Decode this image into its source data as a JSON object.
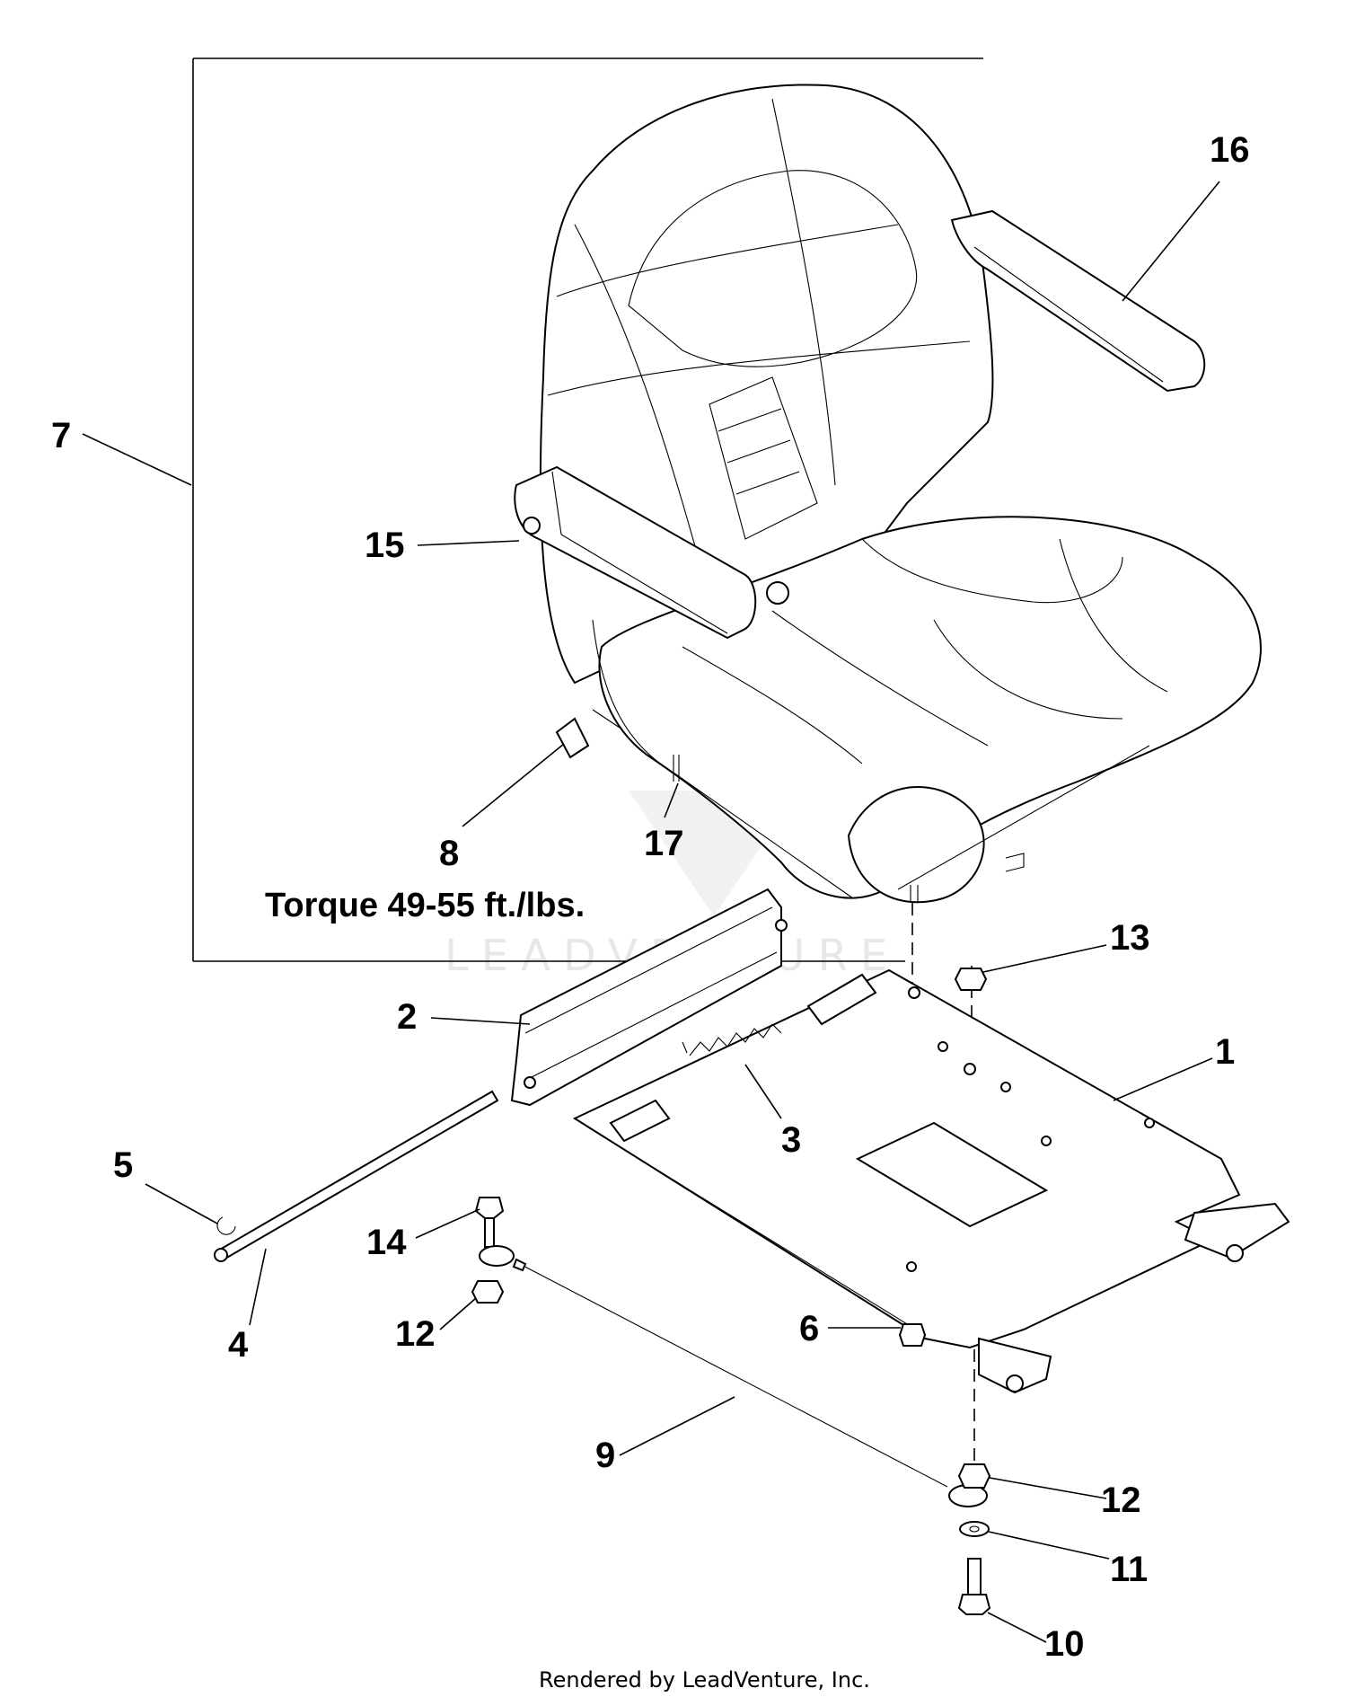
{
  "diagram": {
    "callouts": {
      "c1": "1",
      "c2": "2",
      "c3": "3",
      "c4": "4",
      "c5": "5",
      "c6": "6",
      "c7": "7",
      "c8": "8",
      "c9": "9",
      "c10": "10",
      "c11": "11",
      "c12a": "12",
      "c12b": "12",
      "c13": "13",
      "c14": "14",
      "c15": "15",
      "c16": "16",
      "c17": "17"
    },
    "torque_note": "Torque 49-55 ft./lbs.",
    "watermark": "LEADVENTURE",
    "footer": "Rendered by LeadVenture, Inc."
  }
}
